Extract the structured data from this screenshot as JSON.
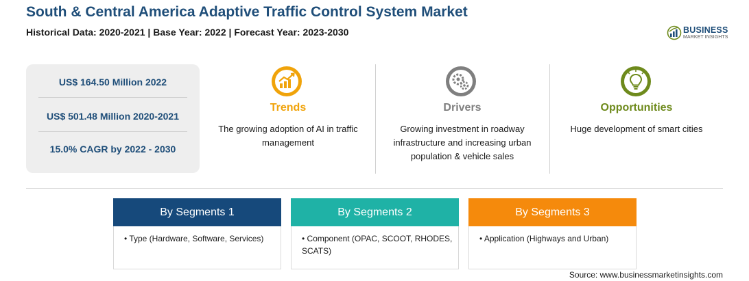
{
  "header": {
    "title": "South & Central America Adaptive Traffic Control System Market",
    "subtitle": "Historical Data: 2020-2021 | Base Year: 2022 | Forecast Year: 2023-2030"
  },
  "logo": {
    "line1": "BUSINESS",
    "line2": "MARKET INSIGHTS",
    "colors": {
      "primary": "#1f4e79",
      "accent": "#6e8a1c"
    }
  },
  "stats": [
    {
      "text": "US$ 164.50 Million 2022"
    },
    {
      "text": "US$ 501.48 Million 2020-2021"
    },
    {
      "text": "15.0% CAGR by 2022 - 2030"
    }
  ],
  "columns": {
    "trends": {
      "icon": "trend-chart-icon",
      "color": "#f0a30a",
      "heading": "Trends",
      "description": "The growing adoption of AI in traffic management"
    },
    "drivers": {
      "icon": "gears-icon",
      "color": "#7f7f7f",
      "heading": "Drivers",
      "description": "Growing investment in roadway infrastructure and increasing urban population & vehicle sales"
    },
    "opportunities": {
      "icon": "lightbulb-icon",
      "color": "#6e8a1c",
      "heading": "Opportunities",
      "description": "Huge development of smart cities"
    }
  },
  "segments": [
    {
      "title": "By Segments 1",
      "color": "#16497b",
      "item": "• Type (Hardware, Software, Services)"
    },
    {
      "title": "By Segments 2",
      "color": "#1fb2a6",
      "item": "• Component (OPAC, SCOOT, RHODES, SCATS)"
    },
    {
      "title": "By Segments 3",
      "color": "#f58a0c",
      "item": "• Application (Highways and Urban)"
    }
  ],
  "source": "Source: www.businessmarketinsights.com"
}
